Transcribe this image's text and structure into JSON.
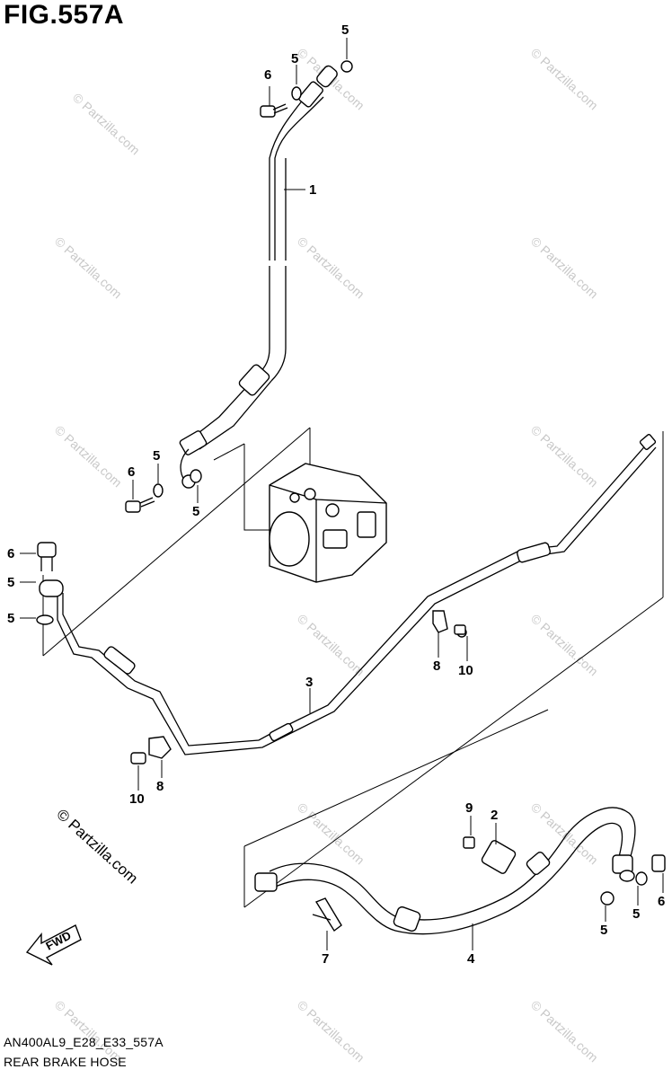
{
  "figure": {
    "title": "FIG.557A"
  },
  "footer": {
    "code": "AN400AL9_E28_E33_557A",
    "caption": "REAR BRAKE HOSE"
  },
  "watermark": {
    "text": "© Partzilla.com",
    "small_text": "© Partzilla.com"
  },
  "fwd_arrow": {
    "label": "FWD"
  },
  "callouts": {
    "c1": "1",
    "c2": "2",
    "c3": "3",
    "c4": "4",
    "c5a": "5",
    "c5b": "5",
    "c5c": "5",
    "c5d": "5",
    "c5e": "5",
    "c5f": "5",
    "c5g": "5",
    "c5h": "5",
    "c6a": "6",
    "c6b": "6",
    "c6c": "6",
    "c6d": "6",
    "c7": "7",
    "c8a": "8",
    "c8b": "8",
    "c9": "9",
    "c10a": "10",
    "c10b": "10"
  }
}
